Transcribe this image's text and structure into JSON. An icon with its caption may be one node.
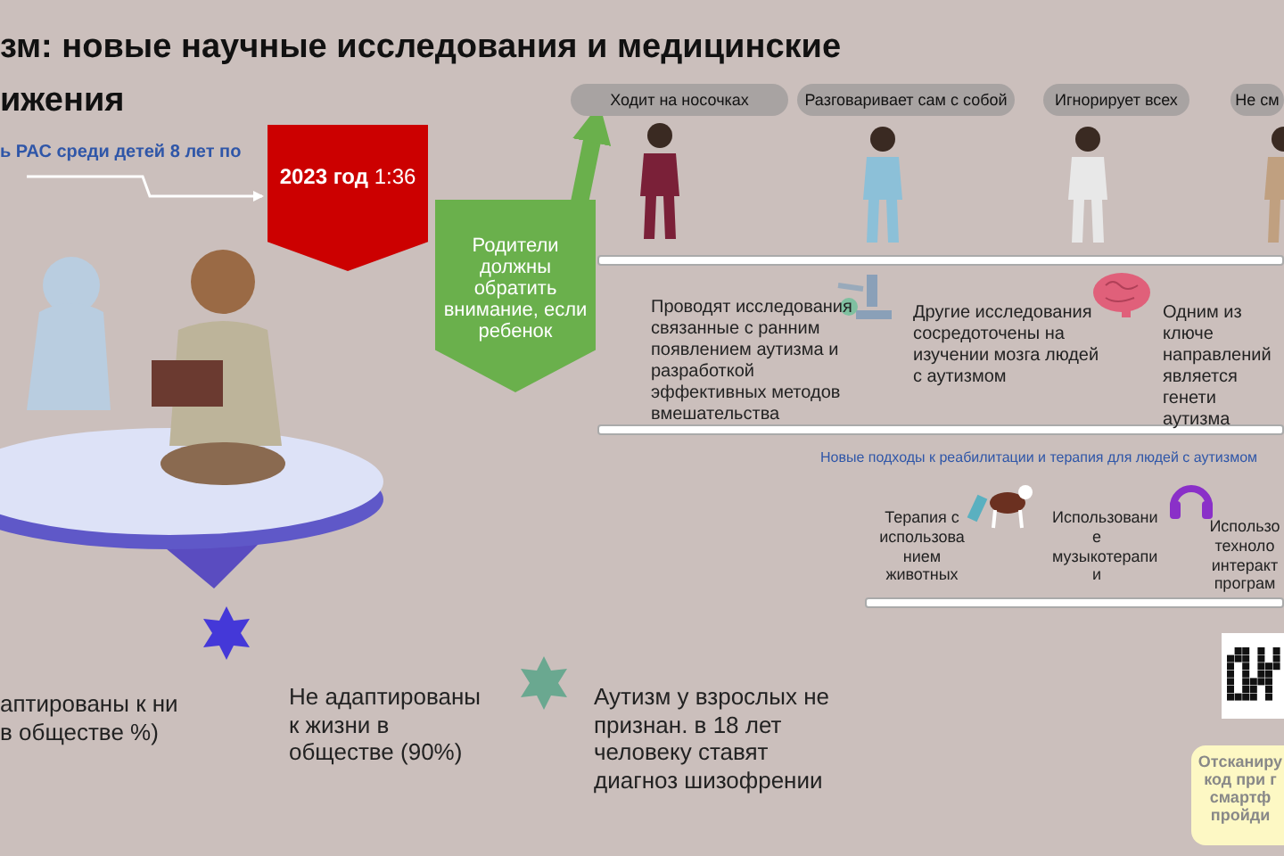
{
  "diagram": {
    "title": "зм: новые научные исследования и медицинские ижения",
    "nodes": [
      {
        "text": [
          "ь РАС среди детей 8 лет по"
        ]
      },
      {
        "text": [
          "**2023 год** 1:36"
        ]
      },
      {
        "text": [
          "Родители должны обратить внимание, если ребенок"
        ]
      },
      {
        "text": [
          "Ходит на носочках"
        ]
      },
      {
        "text": [
          "Разговаривает сам с собой"
        ]
      },
      {
        "text": [
          "Игнорирует всех"
        ]
      },
      {
        "text": [
          "Не см"
        ]
      },
      {
        "text": [
          "Отсканиру код при г смартф пройди"
        ]
      }
    ],
    "edges": [
      {
        "from": 0,
        "to": 1,
        "arrow": "to",
        "color": "#ffffff"
      },
      {
        "from": 2,
        "to": 3,
        "arrow": "to",
        "style": "thick",
        "color": "#6ab04c"
      }
    ],
    "labels": [
      "Проводят исследования связанные с ранним появлением аутизма и разработкой эффективных методов вмешательства",
      "Другие исследования сосредоточены на изучении мозга людей с аутизмом",
      "Одним из ключе направлений является генети аутизма",
      "Новые подходы к реабилитации и терапия для людей с аутизмом",
      "Терапия с использова нием животных",
      "Использовани е музыкотерапи и",
      "Использо техноло интеракт програм",
      "аптированы к ни в обществе %)",
      "Не адаптированы к жизни в обществе (90%)",
      "Аутизм у взрослых не признан. в 18 лет человеку ставят диагноз шизофрении"
    ]
  }
}
